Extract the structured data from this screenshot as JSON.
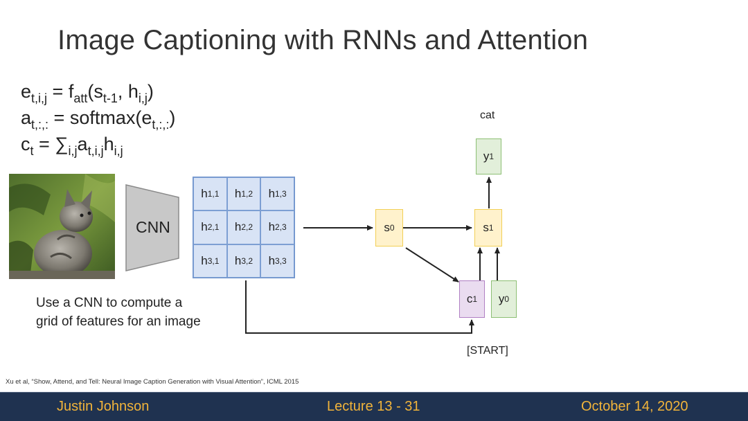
{
  "slide": {
    "title": "Image Captioning with RNNs and Attention",
    "equations": [
      {
        "main": "e",
        "sub": "t,i,j",
        "rest": [
          " = f",
          {
            "sub": "att"
          },
          "(s",
          {
            "sub": "t-1"
          },
          ", h",
          {
            "sub": "i,j"
          },
          ")"
        ]
      },
      {
        "main": "a",
        "sub": "t,:,:",
        "rest": [
          " = softmax(e",
          {
            "sub": "t,:,:"
          },
          ")"
        ]
      },
      {
        "main": "c",
        "sub": "t",
        "rest": [
          " = ∑",
          {
            "sub": "i,j"
          },
          "a",
          {
            "sub": "t,i,j"
          },
          "h",
          {
            "sub": "i,j"
          }
        ]
      }
    ],
    "cnn_label": "CNN",
    "grid_cells": [
      {
        "base": "h",
        "sub": "1,1"
      },
      {
        "base": "h",
        "sub": "1,2"
      },
      {
        "base": "h",
        "sub": "1,3"
      },
      {
        "base": "h",
        "sub": "2,1"
      },
      {
        "base": "h",
        "sub": "2,2"
      },
      {
        "base": "h",
        "sub": "2,3"
      },
      {
        "base": "h",
        "sub": "3,1"
      },
      {
        "base": "h",
        "sub": "3,2"
      },
      {
        "base": "h",
        "sub": "3,3"
      }
    ],
    "caption": "Use a CNN to compute a\ngrid of features for an image",
    "nodes": {
      "s0": {
        "base": "s",
        "sub": "0"
      },
      "s1": {
        "base": "s",
        "sub": "1"
      },
      "y1": {
        "base": "y",
        "sub": "1"
      },
      "c1": {
        "base": "c",
        "sub": "1"
      },
      "y0": {
        "base": "y",
        "sub": "0"
      }
    },
    "output_word": "cat",
    "start_token": "[START]",
    "citation": "Xu et al, “Show, Attend, and Tell: Neural Image Caption Generation with Visual Attention”, ICML 2015"
  },
  "footer": {
    "author": "Justin Johnson",
    "lecture": "Lecture 13 - 31",
    "date": "October 14, 2020"
  },
  "colors": {
    "footer_bg": "#1f3250",
    "footer_text": "#f2b43a",
    "grid_fill": "#d8e3f5",
    "grid_border": "#7d9fd3",
    "rnn_fill": "#fff2cc",
    "rnn_border": "#f2cf55",
    "input_fill": "#e2efda",
    "context_fill": "#eadcf0"
  }
}
